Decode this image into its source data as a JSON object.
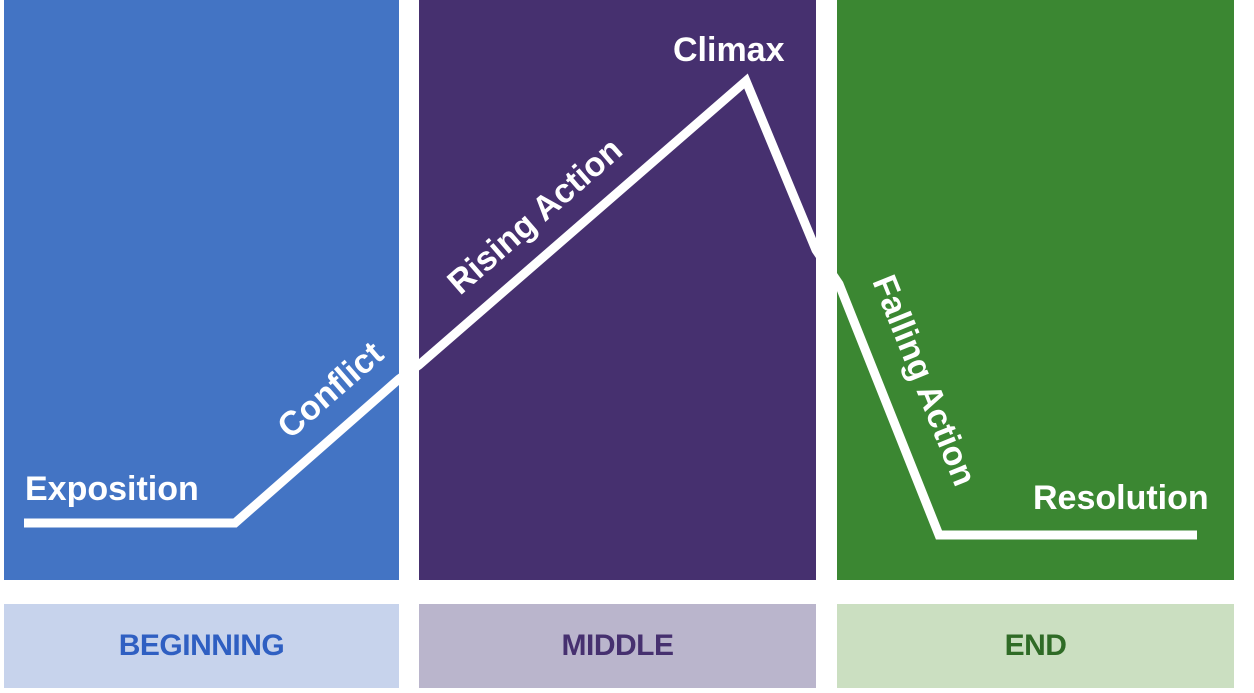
{
  "sections": {
    "beginning": {
      "label": "BEGINNING",
      "panel_color": "#4374c4",
      "footer_bg": "#c7d3ec",
      "footer_text": "#2f5fc2"
    },
    "middle": {
      "label": "MIDDLE",
      "panel_color": "#46306f",
      "footer_bg": "#bab5cc",
      "footer_text": "#46306f"
    },
    "end": {
      "label": "END",
      "panel_color": "#3b8732",
      "footer_bg": "#cbdfc1",
      "footer_text": "#2f6b26"
    }
  },
  "stages": {
    "exposition": "Exposition",
    "conflict": "Conflict",
    "rising_action": "Rising Action",
    "climax": "Climax",
    "falling_action": "Falling Action",
    "resolution": "Resolution"
  },
  "line_color": "#ffffff"
}
